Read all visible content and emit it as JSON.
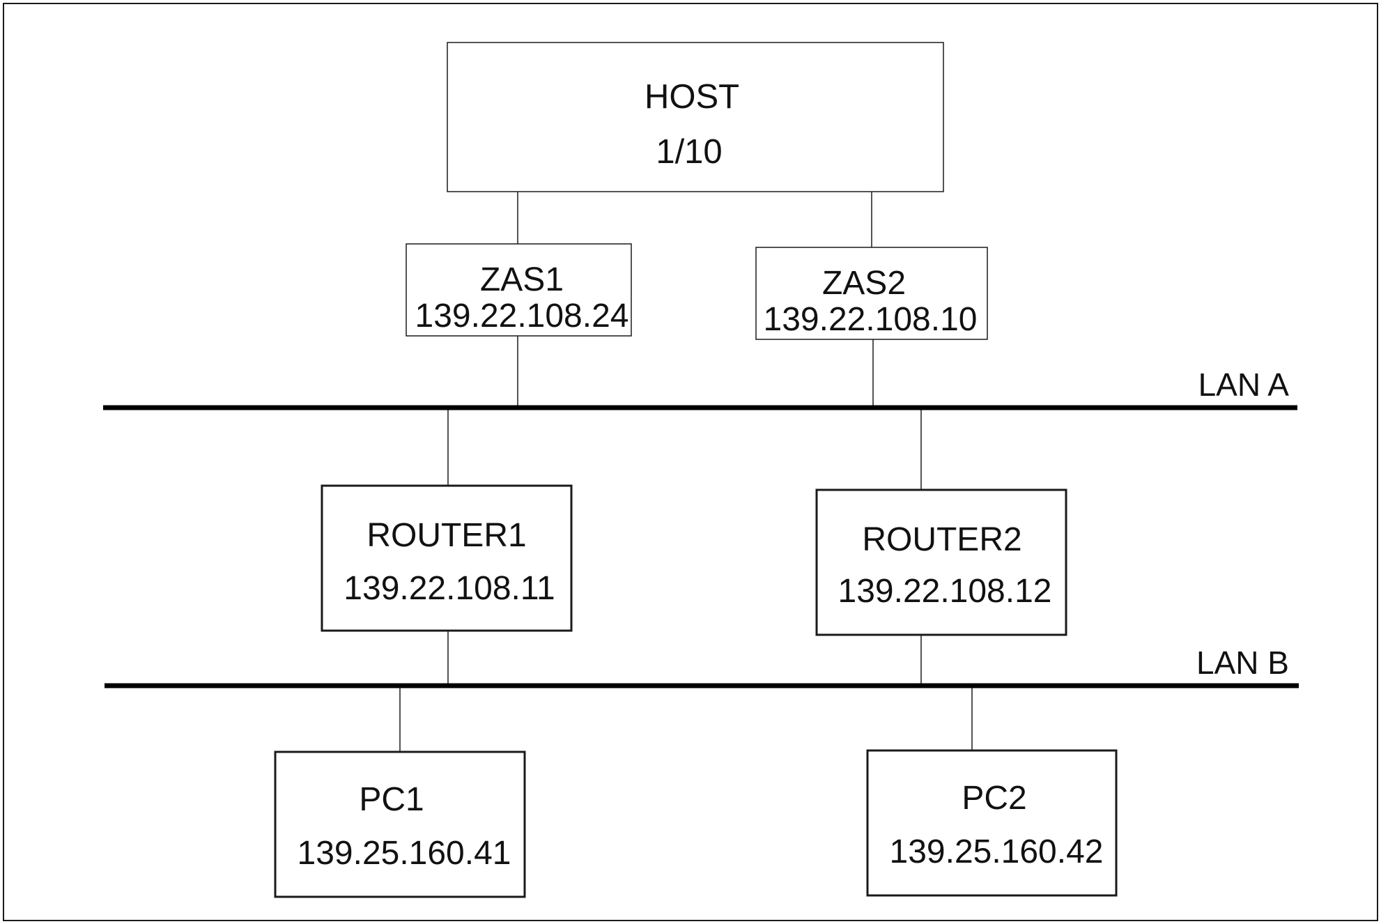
{
  "nodes": {
    "host": {
      "name": "HOST",
      "address": "1/10"
    },
    "zas1": {
      "name": "ZAS1",
      "address": "139.22.108.24"
    },
    "zas2": {
      "name": "ZAS2",
      "address": "139.22.108.10"
    },
    "router1": {
      "name": "ROUTER1",
      "address": "139.22.108.11"
    },
    "router2": {
      "name": "ROUTER2",
      "address": "139.22.108.12"
    },
    "pc1": {
      "name": "PC1",
      "address": "139.25.160.41"
    },
    "pc2": {
      "name": "PC2",
      "address": "139.25.160.42"
    }
  },
  "networks": {
    "lan_a": {
      "label": "LAN A"
    },
    "lan_b": {
      "label": "LAN B"
    }
  }
}
